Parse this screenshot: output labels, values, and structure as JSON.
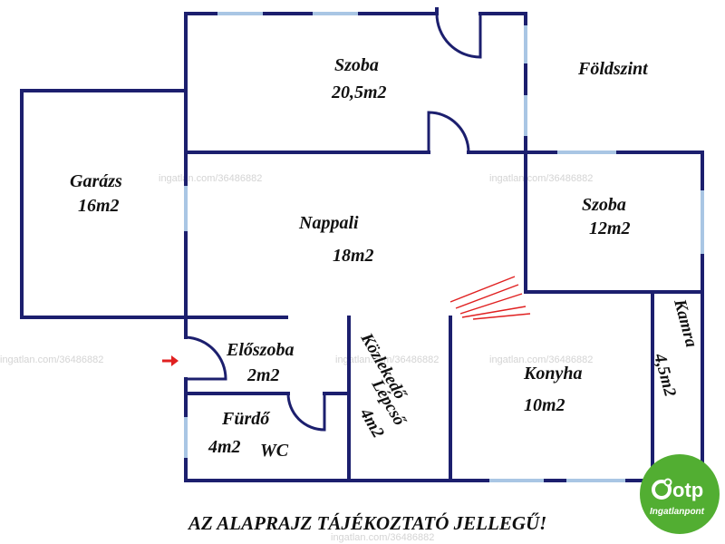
{
  "floor_label": "Földszint",
  "rooms": {
    "szoba_big": {
      "name": "Szoba",
      "area": "20,5m2"
    },
    "garazs": {
      "name": "Garázs",
      "area": "16m2"
    },
    "szoba_small": {
      "name": "Szoba",
      "area": "12m2"
    },
    "nappali": {
      "name": "Nappali",
      "area": "18m2"
    },
    "eloszoba": {
      "name": "Előszoba",
      "area": "2m2"
    },
    "kozlekedo": {
      "name": "Közlekedő",
      "sub": "Lépcső",
      "area": "4m2"
    },
    "konyha": {
      "name": "Konyha",
      "area": "10m2"
    },
    "kamra": {
      "name": "Kamra",
      "area": "4,5m2"
    },
    "furdo": {
      "name": "Fürdő",
      "area": "4m2",
      "wc": "WC"
    }
  },
  "disclaimer": "AZ ALAPRAJZ TÁJÉKOZTATÓ JELLEGŰ!",
  "watermark": "ingatlan.com/36486882",
  "logo": {
    "brand": "otp",
    "sub": "Ingatlanpont",
    "color": "#52ae32"
  },
  "colors": {
    "wall": "#1c1f6e",
    "window": "#a9c6e4",
    "entrance_arrow": "#e02020",
    "stairs": "#e02020"
  }
}
